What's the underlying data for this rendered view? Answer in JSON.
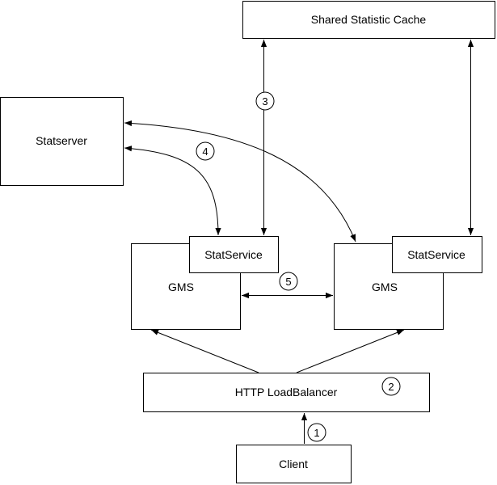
{
  "nodes": {
    "shared_cache": "Shared Statistic Cache",
    "statserver": "Statserver",
    "gms_left": "GMS",
    "gms_right": "GMS",
    "statservice_left": "StatService",
    "statservice_right": "StatService",
    "load_balancer": "HTTP LoadBalancer",
    "client": "Client"
  },
  "steps": [
    "1",
    "2",
    "3",
    "4",
    "5"
  ],
  "colors": {
    "stroke": "#000000",
    "fill": "#ffffff"
  }
}
